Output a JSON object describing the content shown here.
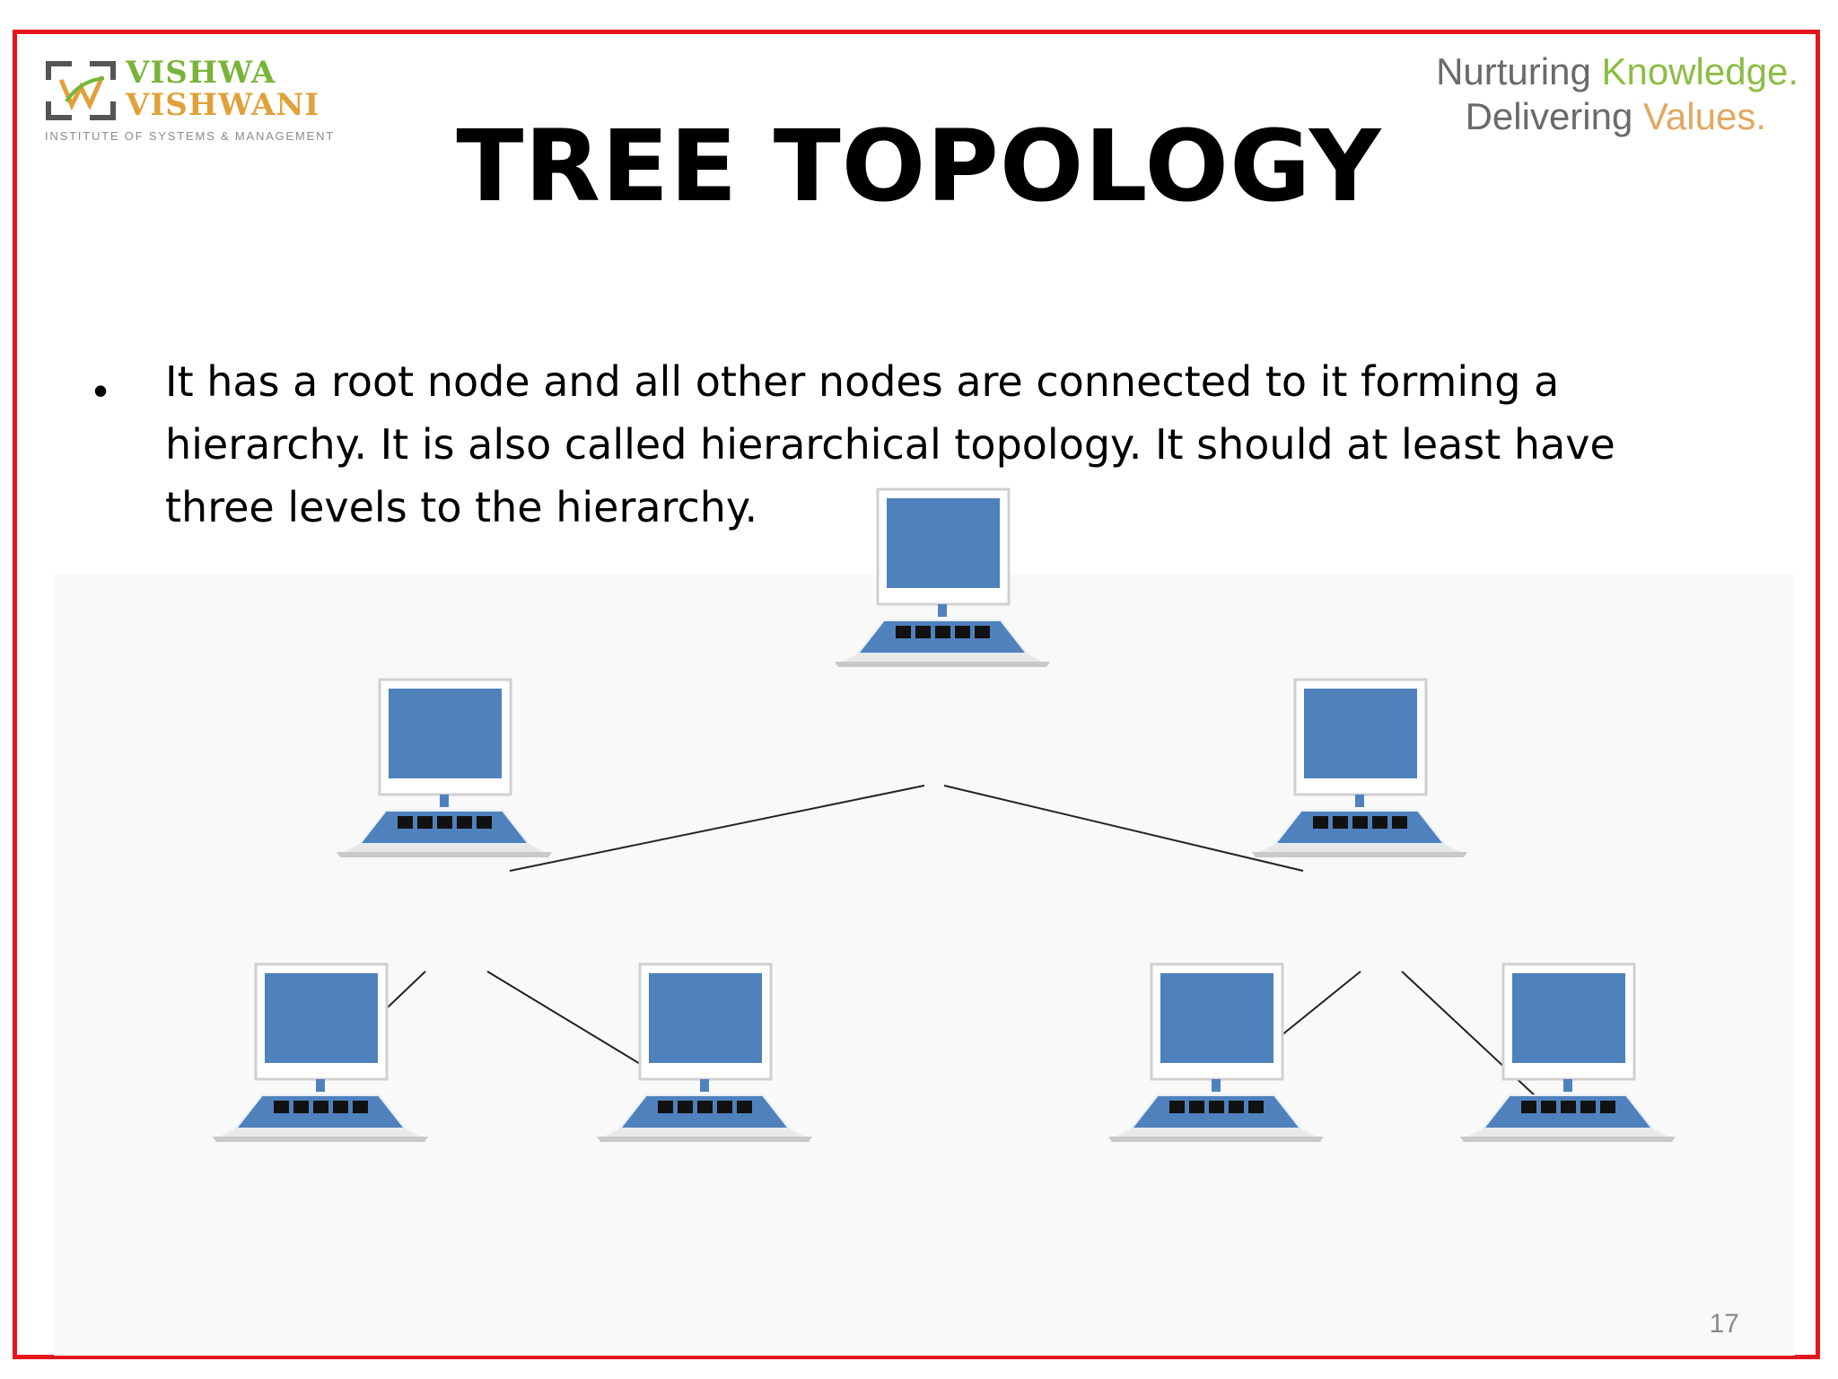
{
  "logo": {
    "line1": "VISHWA",
    "line2": "VISHWANI",
    "subtitle": "INSTITUTE OF SYSTEMS & MANAGEMENT"
  },
  "tagline": {
    "nurturing": "Nurturing",
    "knowledge": "Knowledge.",
    "delivering": "Delivering",
    "values": "Values."
  },
  "slide": {
    "title": "TREE TOPOLOGY",
    "bullet": "It has a root node and all other nodes are connected to it forming a hierarchy. It is also called hierarchical topology. It should at least have three levels to the hierarchy.",
    "page_number": "17"
  },
  "colors": {
    "border": "#e4161d",
    "screen": "#4f81bd",
    "logo_green": "#79b43a",
    "logo_orange": "#e0a13b"
  },
  "diagram": {
    "nodes": [
      {
        "id": "root",
        "level": 1
      },
      {
        "id": "left-hub",
        "level": 2
      },
      {
        "id": "right-hub",
        "level": 2
      },
      {
        "id": "leaf-1",
        "level": 3
      },
      {
        "id": "leaf-2",
        "level": 3
      },
      {
        "id": "leaf-3",
        "level": 3
      },
      {
        "id": "leaf-4",
        "level": 3
      }
    ],
    "links": [
      {
        "from": "root",
        "to": "left-hub"
      },
      {
        "from": "root",
        "to": "right-hub"
      },
      {
        "from": "left-hub",
        "to": "leaf-1"
      },
      {
        "from": "left-hub",
        "to": "leaf-2"
      },
      {
        "from": "right-hub",
        "to": "leaf-3"
      },
      {
        "from": "right-hub",
        "to": "leaf-4"
      }
    ]
  }
}
